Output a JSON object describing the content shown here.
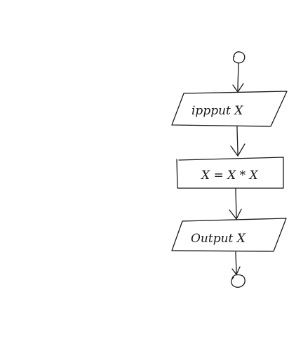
{
  "diagram": {
    "type": "flowchart",
    "style": "hand-drawn",
    "nodes": [
      {
        "id": "start",
        "shape": "circle",
        "text": ""
      },
      {
        "id": "input",
        "shape": "parallelogram",
        "text": "ippput X"
      },
      {
        "id": "process",
        "shape": "rectangle",
        "text": "X = X * X"
      },
      {
        "id": "output",
        "shape": "parallelogram",
        "text": "Output X"
      },
      {
        "id": "end",
        "shape": "circle",
        "text": ""
      }
    ],
    "edges": [
      {
        "from": "start",
        "to": "input"
      },
      {
        "from": "input",
        "to": "process"
      },
      {
        "from": "process",
        "to": "output"
      },
      {
        "from": "output",
        "to": "end"
      }
    ]
  }
}
